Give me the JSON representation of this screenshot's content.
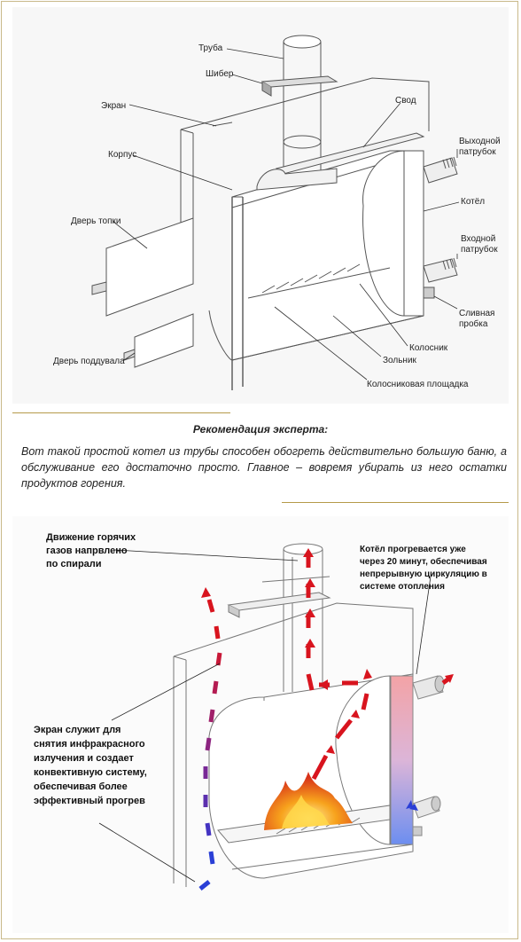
{
  "top_diagram": {
    "labels": {
      "pipe": "Труба",
      "damper": "Шибер",
      "screen": "Экран",
      "body": "Корпус",
      "firebox_door": "Дверь топки",
      "ashpit_door": "Дверь поддувала",
      "vault": "Свод",
      "outlet_line1": "Выходной",
      "outlet_line2": "патрубок",
      "boiler": "Котёл",
      "inlet_line1": "Входной",
      "inlet_line2": "патрубок",
      "drain_line1": "Сливная",
      "drain_line2": "пробка",
      "grate_bar": "Колосник",
      "ash_pan": "Зольник",
      "grate_platform": "Колосниковая площадка"
    }
  },
  "expert": {
    "title": "Рекомендация эксперта:",
    "text": "Вот такой простой котел из трубы способен обогреть действительно большую баню, а обслуживание его достаточно просто. Главное – вовремя убирать из него остатки продуктов горения."
  },
  "bottom_diagram": {
    "labels": {
      "gas_line1": "Движение горячих",
      "gas_line2": "газов напрвлено",
      "gas_line3": "по спирали",
      "boiler_line1": "Котёл прогревается уже",
      "boiler_line2": "через 20 минут, обеспечивая",
      "boiler_line3": "непрерывную циркуляцию в",
      "boiler_line4": "системе отопления",
      "screen_line1": "Экран служит для",
      "screen_line2": "снятия инфракрасного",
      "screen_line3": "излучения и создает",
      "screen_line4": "конвективную систему,",
      "screen_line5": "обеспечивая более",
      "screen_line6": "эффективный прогрев"
    },
    "colors": {
      "hot": "#d8141e",
      "cold": "#2a3fd6",
      "boiler_top": "#f3a3a6",
      "boiler_bottom": "#6c8ef0",
      "flame": "#f08a1c"
    }
  }
}
